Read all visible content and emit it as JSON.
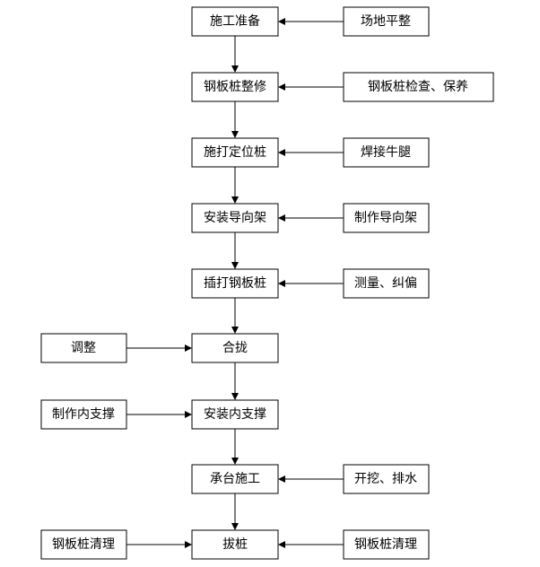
{
  "flowchart": {
    "main_steps": [
      {
        "id": "s1",
        "label": "施工准备"
      },
      {
        "id": "s2",
        "label": "钢板桩整修"
      },
      {
        "id": "s3",
        "label": "施打定位桩"
      },
      {
        "id": "s4",
        "label": "安装导向架"
      },
      {
        "id": "s5",
        "label": "插打钢板桩"
      },
      {
        "id": "s6",
        "label": "合拢"
      },
      {
        "id": "s7",
        "label": "安装内支撑"
      },
      {
        "id": "s8",
        "label": "承台施工"
      },
      {
        "id": "s9",
        "label": "拔桩"
      }
    ],
    "right_inputs": [
      {
        "id": "r1",
        "label": "场地平整",
        "target": "s1"
      },
      {
        "id": "r2",
        "label": "钢板桩检查、保养",
        "target": "s2"
      },
      {
        "id": "r3",
        "label": "焊接牛腿",
        "target": "s3"
      },
      {
        "id": "r4",
        "label": "制作导向架",
        "target": "s4"
      },
      {
        "id": "r5",
        "label": "测量、纠偏",
        "target": "s5"
      },
      {
        "id": "r8",
        "label": "开挖、排水",
        "target": "s8"
      },
      {
        "id": "r9",
        "label": "钢板桩清理",
        "target": "s9"
      }
    ],
    "left_inputs": [
      {
        "id": "l6",
        "label": "调整",
        "target": "s6"
      },
      {
        "id": "l7",
        "label": "制作内支撑",
        "target": "s7"
      },
      {
        "id": "l9",
        "label": "钢板桩清理",
        "target": "s9"
      }
    ]
  }
}
